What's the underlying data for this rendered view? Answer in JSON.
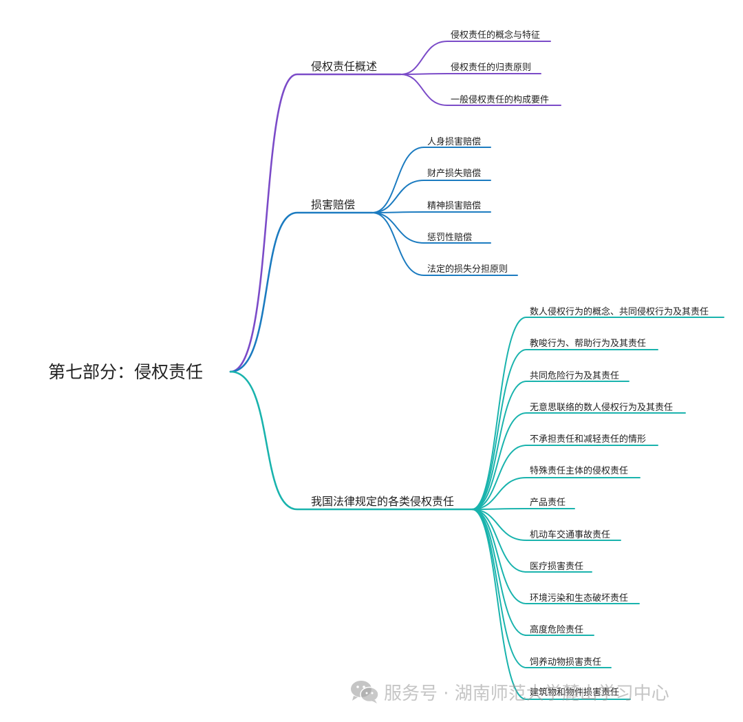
{
  "root": {
    "label": "第七部分：侵权责任"
  },
  "colors": {
    "branch1": "#7b4bc8",
    "branch2": "#1b7bc0",
    "branch3": "#19b3ad"
  },
  "branches": [
    {
      "label": "侵权责任概述",
      "color_key": "branch1",
      "children": [
        "侵权责任的概念与特征",
        "侵权责任的归责原则",
        "一般侵权责任的构成要件"
      ]
    },
    {
      "label": "损害赔偿",
      "color_key": "branch2",
      "children": [
        "人身损害赔偿",
        "财产损失赔偿",
        "精神损害赔偿",
        "惩罚性赔偿",
        "法定的损失分担原则"
      ]
    },
    {
      "label": "我国法律规定的各类侵权责任",
      "color_key": "branch3",
      "children": [
        "数人侵权行为的概念、共同侵权行为及其责任",
        "教唆行为、帮助行为及其责任",
        "共同危险行为及其责任",
        "无意思联络的数人侵权行为及其责任",
        "不承担责任和减轻责任的情形",
        "特殊责任主体的侵权责任",
        "产品责任",
        "机动车交通事故责任",
        "医疗损害责任",
        "环境污染和生态破坏责任",
        "高度危险责任",
        "饲养动物损害责任",
        "建筑物和物件损害责任"
      ]
    }
  ],
  "watermark": {
    "text": "服务号 · 湖南师范大学麓山学习中心",
    "icon": "wechat-icon"
  }
}
